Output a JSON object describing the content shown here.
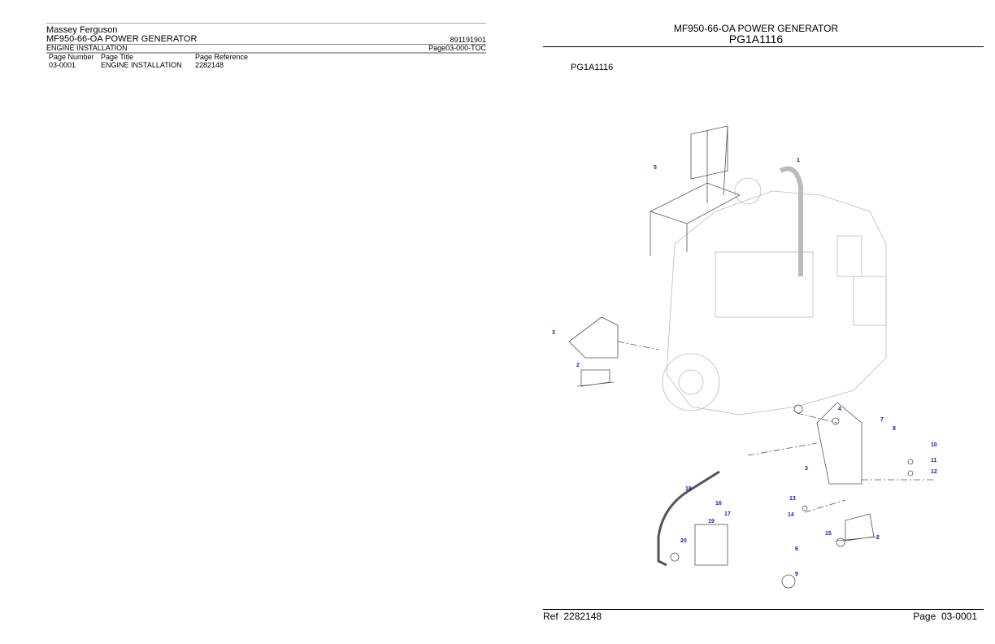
{
  "left": {
    "brand": "Massey Ferguson",
    "model": "MF950-66-OA POWER GENERATOR",
    "model_number": "891191901",
    "section": "ENGINE INSTALLATION",
    "page_code": "Page03-000-TOC",
    "table": {
      "headers": [
        "Page Number",
        "Page Title",
        "Page Reference"
      ],
      "rows": [
        [
          "03-0001",
          "ENGINE INSTALLATION",
          "2282148"
        ]
      ]
    }
  },
  "right": {
    "title": "MF950-66-OA POWER GENERATOR",
    "subtitle": "PG1A1116",
    "diagram_label": "PG1A1116",
    "callouts": [
      "1",
      "5",
      "3",
      "2",
      "4",
      "7",
      "8",
      "10",
      "11",
      "12",
      "3",
      "18",
      "16",
      "17",
      "13",
      "14",
      "19",
      "20",
      "15",
      "2",
      "6",
      "9"
    ],
    "footer": {
      "ref_label": "Ref",
      "ref": "2282148",
      "page_label": "Page",
      "page": "03-0001"
    },
    "callout_color": "#1a1ab8"
  }
}
